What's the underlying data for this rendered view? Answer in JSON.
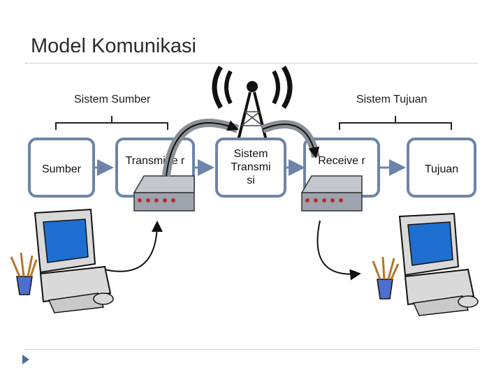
{
  "slide": {
    "title": "Model Komunikasi"
  },
  "groups": {
    "source_system": "Sistem Sumber",
    "destination_system": "Sistem Tujuan"
  },
  "nodes": {
    "source": "Sumber",
    "transmitter": "Transmitte r",
    "transmission_system": "Sistem Transmi si",
    "receiver": "Receive r",
    "destination": "Tujuan"
  },
  "colors": {
    "box_border": "#6d84a8",
    "arrow": "#6d84a8",
    "screen": "#1e6fd0",
    "device": "#9ea4ad",
    "led": "#c0282e"
  },
  "icons": [
    "antenna-tower-icon",
    "modem-icon",
    "computer-icon",
    "pencil-cup-icon",
    "curved-arrow-icon"
  ]
}
